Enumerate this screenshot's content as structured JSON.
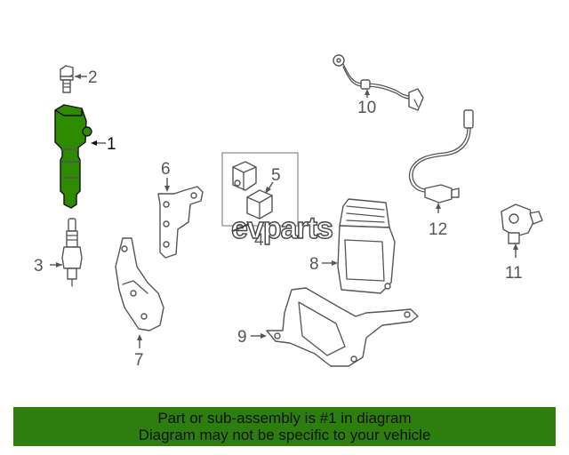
{
  "callouts": {
    "c1": "1",
    "c2": "2",
    "c3": "3",
    "c4": "4",
    "c5": "5",
    "c6": "6",
    "c7": "7",
    "c8": "8",
    "c9": "9",
    "c10": "10",
    "c11": "11",
    "c12": "12"
  },
  "highlighted_part": "1",
  "watermark": "evparts",
  "banner": {
    "line1": "Part or sub-assembly is #1 in diagram",
    "line2": "Diagram may not be specific to your vehicle"
  },
  "colors": {
    "highlight": "#2e8b00",
    "banner_bg": "#2e7d0f",
    "line": "#555555"
  }
}
